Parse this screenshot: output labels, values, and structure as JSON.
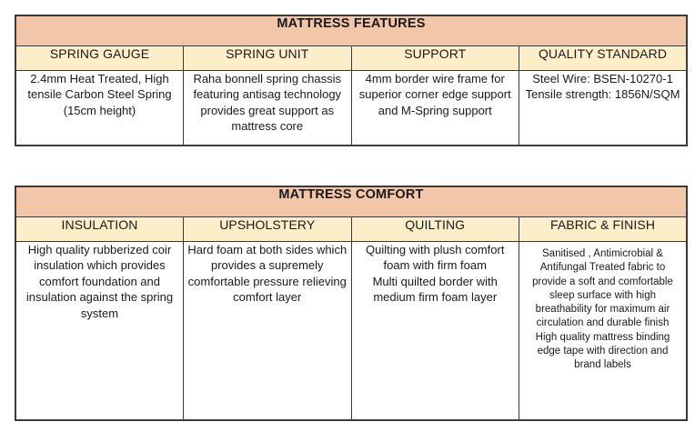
{
  "tables": [
    {
      "id": "mattress-features",
      "title": "MATTRESS FEATURES",
      "headers": [
        "SPRING GAUGE",
        "SPRING UNIT",
        "SUPPORT",
        "QUALITY STANDARD"
      ],
      "cells": [
        "2.4mm Heat Treated, High tensile Carbon Steel Spring (15cm height)",
        "Raha bonnell spring chassis featuring antisag technology provides great support as mattress core",
        "4mm border wire frame for superior corner edge support  and M-Spring support",
        "Steel Wire: BSEN-10270-1 Tensile strength: 1856N/SQM"
      ]
    },
    {
      "id": "mattress-comfort",
      "title": "MATTRESS COMFORT",
      "headers": [
        "INSULATION",
        "UPSHOLSTERY",
        "QUILTING",
        "FABRIC & FINISH"
      ],
      "cells": [
        "High quality rubberized coir insulation which provides comfort foundation and insulation against the spring system",
        "Hard foam at both sides which provides a supremely comfortable pressure relieving comfort layer",
        "Quilting with plush comfort foam with firm foam\nMulti quilted border with medium firm foam layer",
        "Sanitised , Antimicrobial & Antifungal Treated fabric to provide a soft and comfortable sleep surface with high breathability for maximum air circulation and durable finish High quality mattress binding edge tape with direction and brand labels"
      ]
    }
  ],
  "colors": {
    "title_band": "#f2c6a8",
    "header_band": "#fbeec9",
    "border": "#3d3b38",
    "text": "#1a1a1a",
    "background": "#ffffff"
  }
}
